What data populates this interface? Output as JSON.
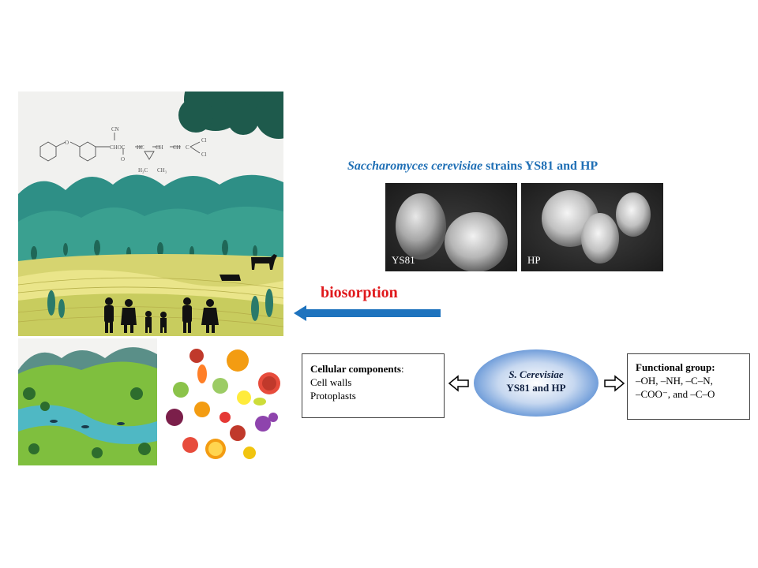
{
  "sem_section": {
    "title_italic": "Saccharomyces cerevisiae",
    "title_rest": " strains YS81 and HP",
    "images": [
      {
        "label": "YS81"
      },
      {
        "label": "HP"
      }
    ]
  },
  "flow": {
    "arrow_label": "biosorption",
    "arrow_color": "#1e73be",
    "label_color": "#e0191c"
  },
  "left_box": {
    "heading": "Cellular components",
    "heading_suffix": ":",
    "lines": [
      "Cell walls",
      "Protoplasts"
    ]
  },
  "center_ellipse": {
    "line1": "S. Cerevisiae",
    "line2": "YS81 and HP"
  },
  "right_box": {
    "heading": "Functional group:",
    "lines": [
      "‒OH, ‒NH, ‒C‒N,",
      "‒COO⁻, and ‒C‒O"
    ]
  },
  "chemical_structure": {
    "labels": [
      "CN",
      "O",
      "CHOC",
      "HC",
      "CH",
      "CH",
      "C",
      "Cl",
      "Cl",
      "H₃C",
      "CH₃"
    ]
  },
  "colors": {
    "title_blue": "#1f6fb5",
    "hill_teal": "#2a8c84",
    "dark_green": "#1c5a4c",
    "field_yellow": "#e8e07a"
  }
}
